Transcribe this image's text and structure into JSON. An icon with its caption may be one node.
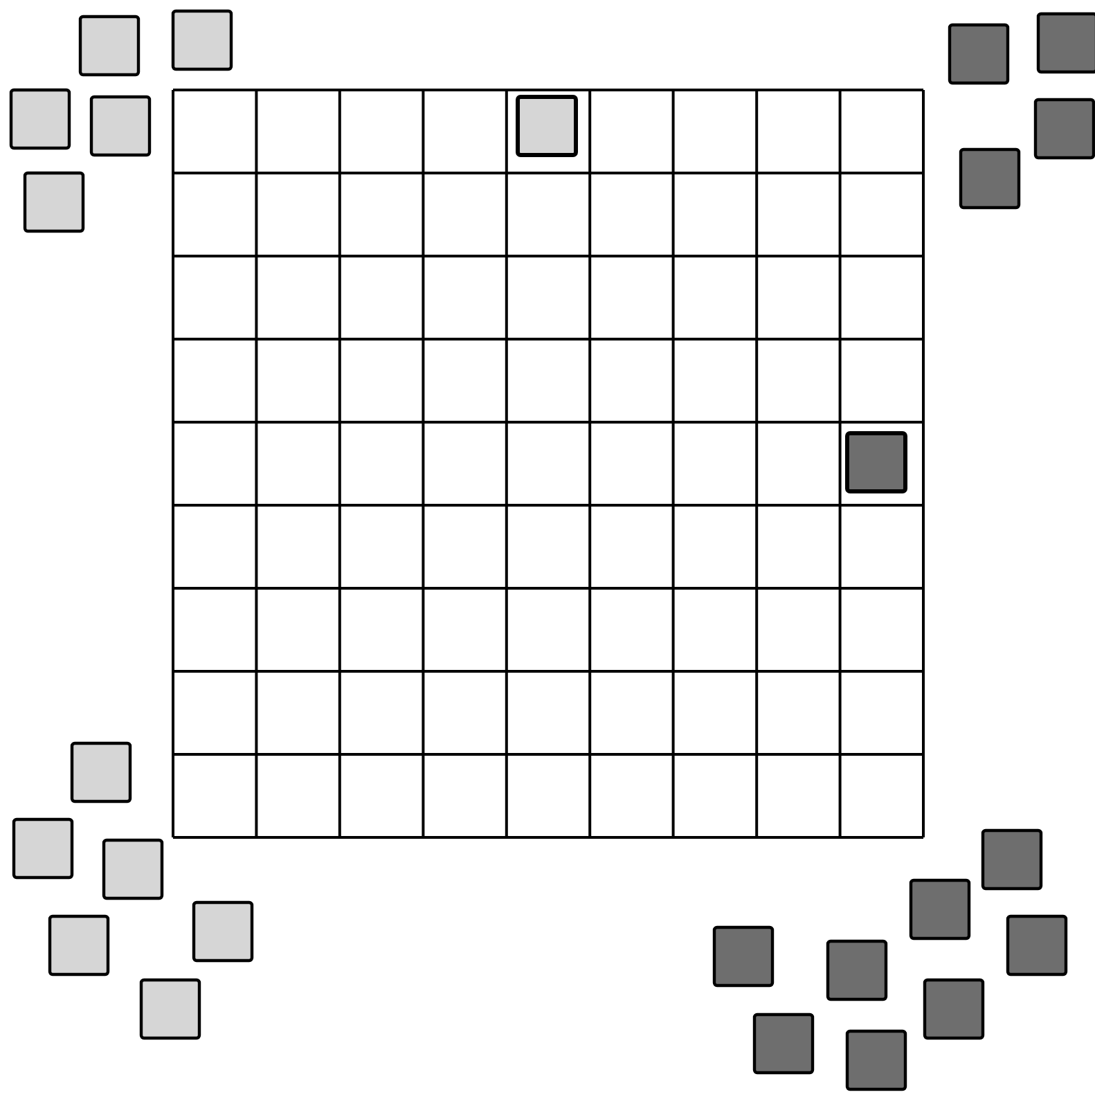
{
  "diagram": {
    "nodes": [
      {
        "text": [],
        "shape": "box"
      },
      {
        "text": [],
        "shape": "box"
      },
      {
        "text": [],
        "shape": "box"
      },
      {
        "text": [],
        "shape": "box"
      },
      {
        "text": [],
        "shape": "box"
      },
      {
        "text": [],
        "shape": "box"
      },
      {
        "text": [],
        "shape": "box"
      },
      {
        "text": [],
        "shape": "box"
      },
      {
        "text": [],
        "shape": "box"
      },
      {
        "text": [],
        "shape": "box"
      },
      {
        "text": [],
        "shape": "box"
      },
      {
        "text": [],
        "shape": "box"
      },
      {
        "text": [],
        "shape": "box"
      },
      {
        "text": [],
        "shape": "box"
      },
      {
        "text": [],
        "shape": "box"
      },
      {
        "text": [],
        "shape": "box"
      },
      {
        "text": [],
        "shape": "box"
      },
      {
        "text": [],
        "shape": "box"
      },
      {
        "text": [],
        "shape": "box"
      },
      {
        "text": [],
        "shape": "box"
      },
      {
        "text": [],
        "shape": "box"
      },
      {
        "text": [],
        "shape": "box"
      },
      {
        "text": [],
        "shape": "box"
      },
      {
        "text": [],
        "shape": "box"
      },
      {
        "text": [],
        "shape": "box"
      }
    ]
  }
}
